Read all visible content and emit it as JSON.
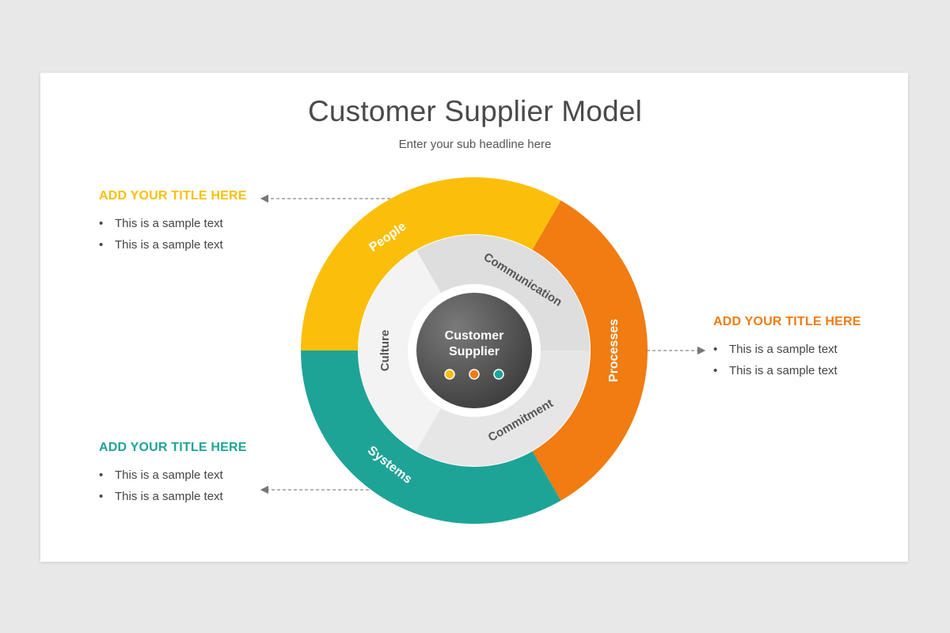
{
  "header": {
    "title": "Customer Supplier Model",
    "subtitle": "Enter your sub headline here"
  },
  "colors": {
    "people": "#fbbf0b",
    "processes": "#f07c12",
    "systems": "#1ea497",
    "center": "#555555",
    "inner_ring": "#eeeeee"
  },
  "diagram": {
    "center_label_line1": "Customer",
    "center_label_line2": "Supplier",
    "outer_segments": {
      "people": "People",
      "processes": "Processes",
      "systems": "Systems"
    },
    "inner_segments": {
      "communication": "Communication",
      "commitment": "Commitment",
      "culture": "Culture"
    }
  },
  "blocks": {
    "top_left": {
      "title": "ADD YOUR TITLE HERE",
      "items": [
        "This is a sample text",
        "This is a sample text"
      ]
    },
    "right": {
      "title": "ADD YOUR TITLE HERE",
      "items": [
        "This is a sample text",
        "This is a sample text"
      ]
    },
    "bottom_left": {
      "title": "ADD YOUR TITLE HERE",
      "items": [
        "This is a sample text",
        "This is a sample text"
      ]
    }
  }
}
